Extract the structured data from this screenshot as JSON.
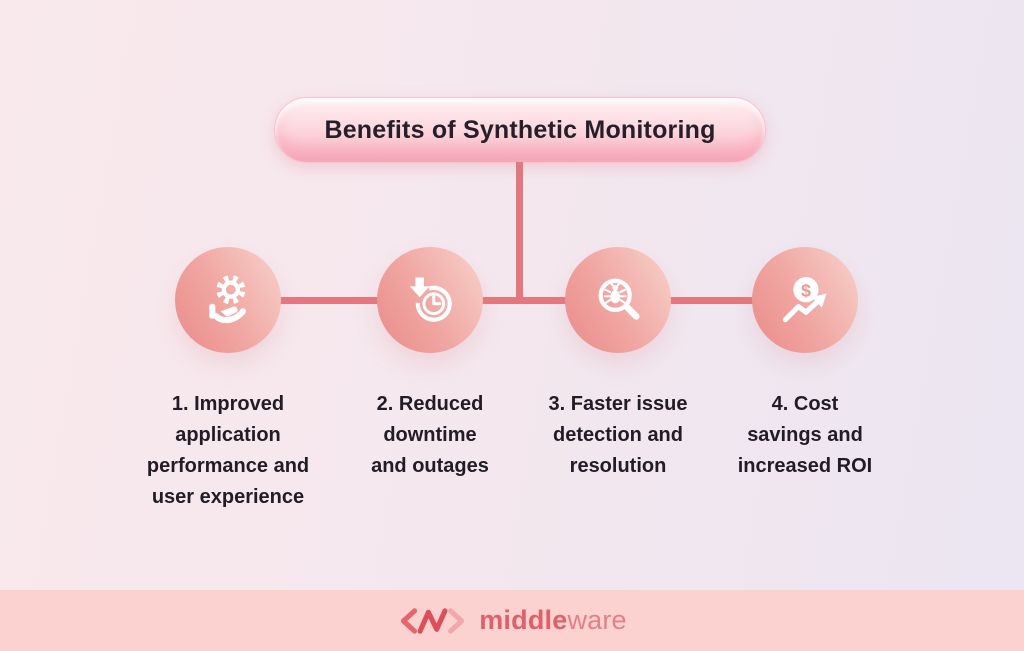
{
  "title": "Benefits of Synthetic Monitoring",
  "nodes": [
    {
      "icon": "gear-hand-icon",
      "label": "1. Improved\napplication\nperformance and\nuser experience"
    },
    {
      "icon": "downtime-clock-icon",
      "label": "2. Reduced\ndowntime\nand outages"
    },
    {
      "icon": "bug-magnifier-icon",
      "label": "3. Faster issue\ndetection and\nresolution"
    },
    {
      "icon": "roi-growth-icon",
      "label": "4. Cost\nsavings and\nincreased ROI"
    }
  ],
  "icon_glyphs": {
    "dollar": "$"
  },
  "footer": {
    "logo_icon": "middleware-logo-icon",
    "brand_bold": "middle",
    "brand_regular": "ware"
  },
  "colors": {
    "background_left": "#f9e9ec",
    "background_right": "#ebe6f2",
    "pill_top": "#fef0f3",
    "pill_bottom": "#f8aebd",
    "connector": "#e2787e",
    "circle_dark": "#ea8b89",
    "circle_light": "#f8d2cb",
    "icon_white": "#ffffff",
    "footer_band": "#fcd2d0",
    "brand_red": "#df606a",
    "text_dark": "#211c26"
  }
}
